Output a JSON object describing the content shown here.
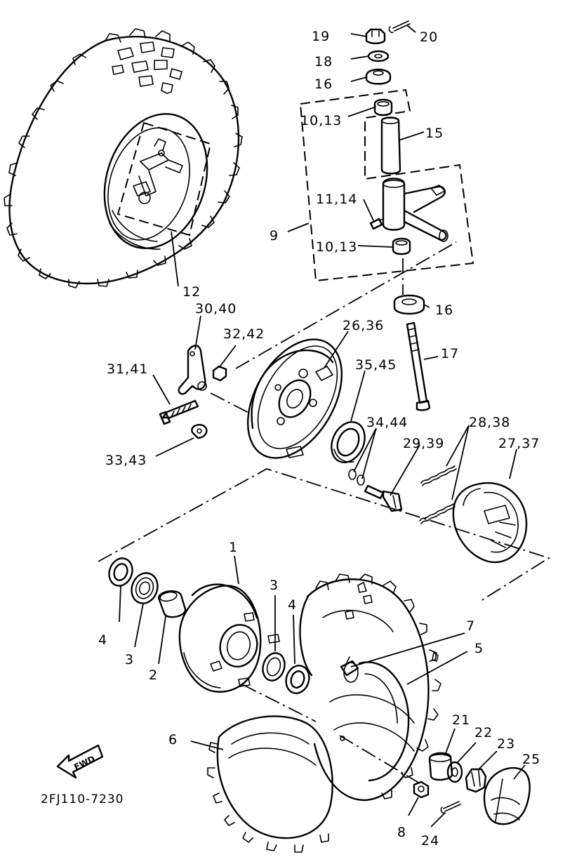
{
  "labels": {
    "p1": "1",
    "p2": "2",
    "p3a": "3",
    "p3b": "3",
    "p4a": "4",
    "p4b": "4",
    "p5": "5",
    "p6": "6",
    "p7": "7",
    "p8": "8",
    "p9": "9",
    "p10_13a": "10,13",
    "p10_13b": "10,13",
    "p11_14": "11,14",
    "p12": "12",
    "p15": "15",
    "p16a": "16",
    "p16b": "16",
    "p17": "17",
    "p18": "18",
    "p19": "19",
    "p20": "20",
    "p21": "21",
    "p22": "22",
    "p23": "23",
    "p24": "24",
    "p25": "25",
    "p26_36": "26,36",
    "p27_37": "27,37",
    "p28_38": "28,38",
    "p29_39": "29,39",
    "p30_40": "30,40",
    "p31_41": "31,41",
    "p32_42": "32,42",
    "p33_43": "33,43",
    "p34_44": "34,44",
    "p35_45": "35,45"
  },
  "fwd_badge": "FWD",
  "drawing_code": "2FJ110-7230"
}
